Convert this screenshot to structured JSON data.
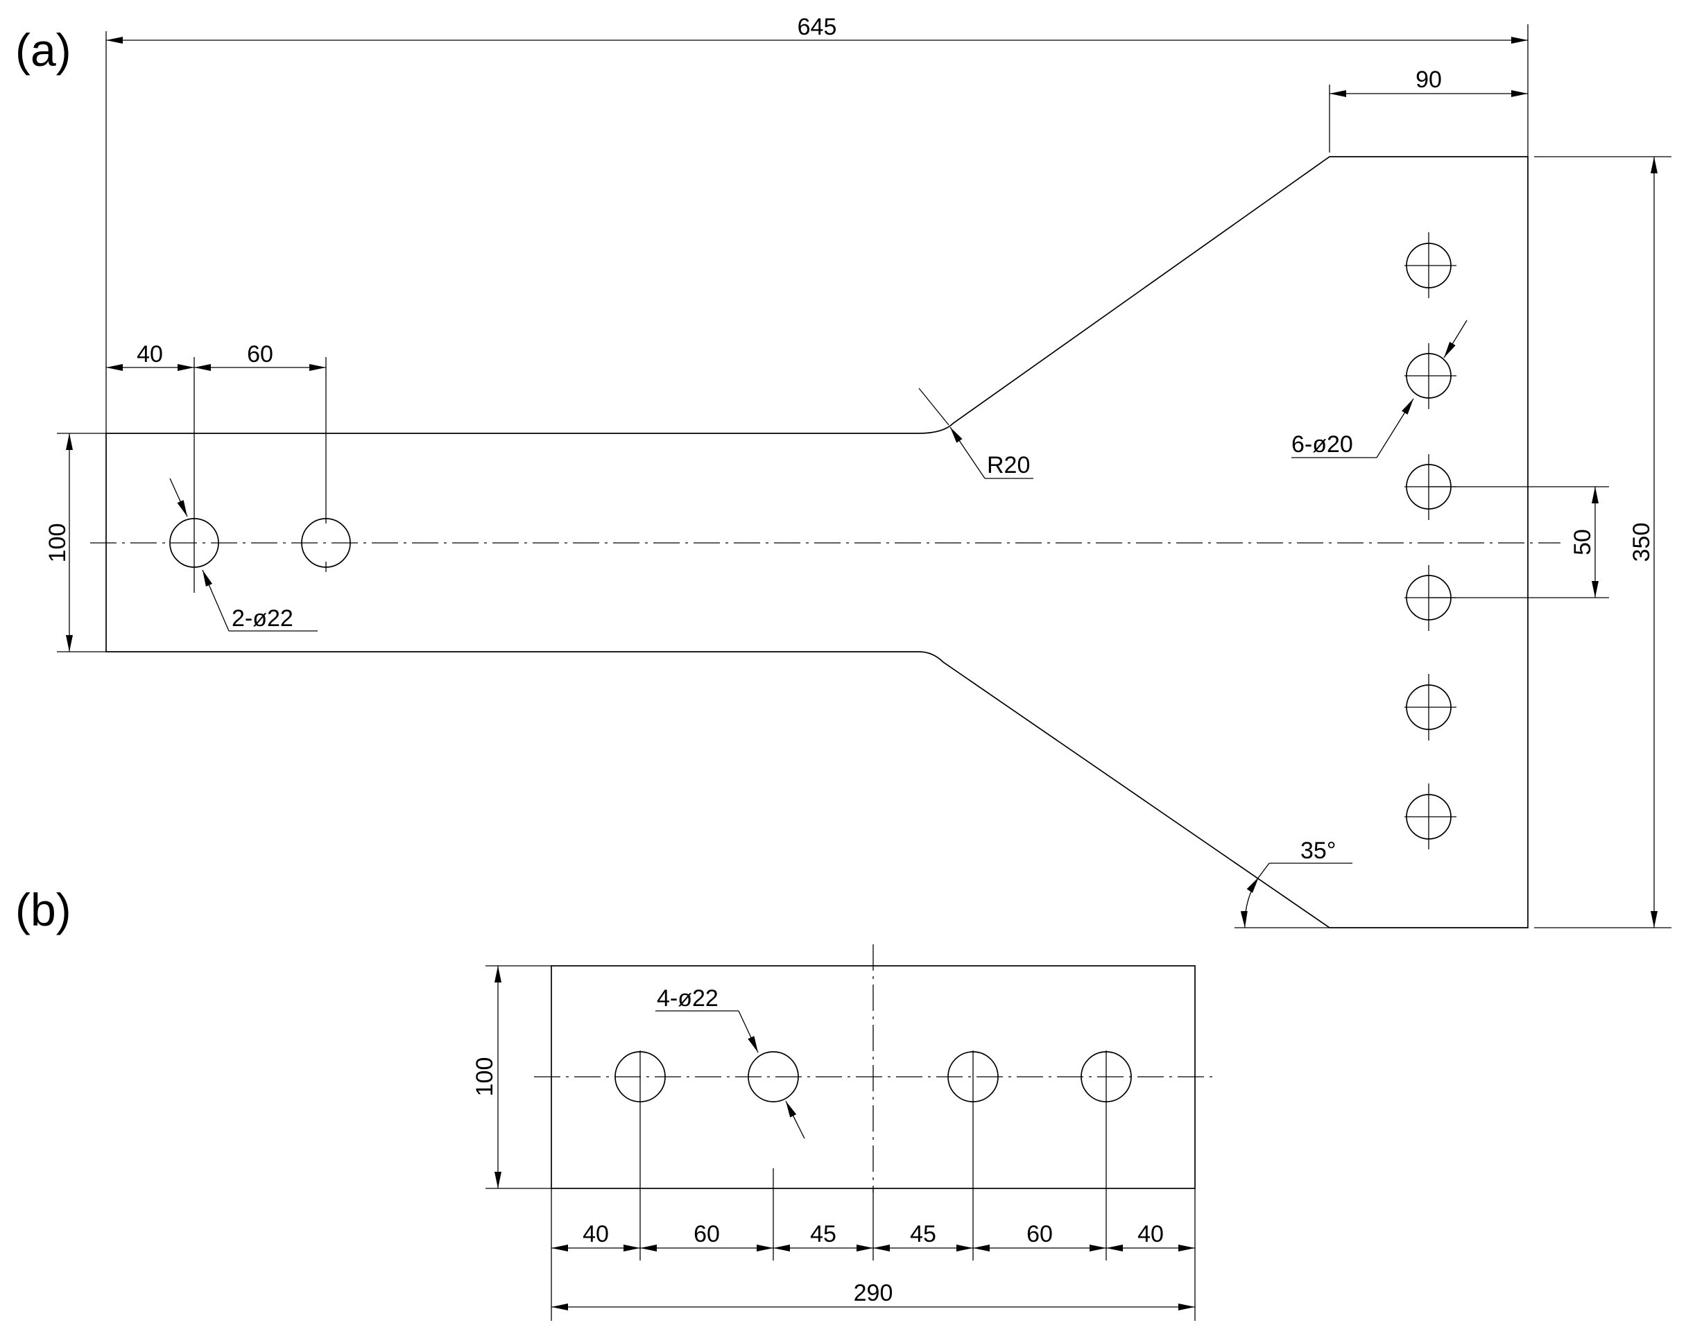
{
  "labels": {
    "a": "(a)",
    "b": "(b)"
  },
  "part_a": {
    "dims": {
      "overall_length": "645",
      "end_width": "90",
      "hole_edge": "40",
      "hole_pitch": "60",
      "neck_width": "100",
      "fillet": "R20",
      "holes_small": "2-ø22",
      "holes_large": "6-ø20",
      "hole_spacing": "50",
      "height": "350",
      "angle": "35°"
    }
  },
  "part_b": {
    "dims": {
      "height": "100",
      "holes": "4-ø22",
      "s1": "40",
      "s2": "60",
      "s3": "45",
      "s4": "45",
      "s5": "60",
      "s6": "40",
      "total": "290"
    }
  }
}
